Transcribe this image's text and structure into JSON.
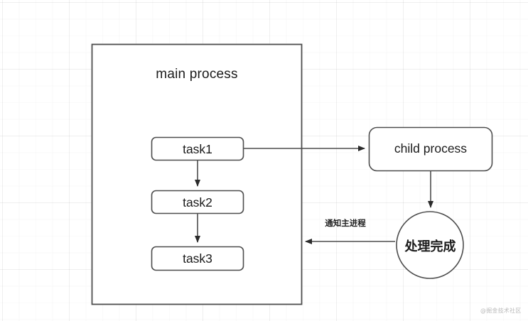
{
  "diagram": {
    "title": "main process",
    "background": {
      "color": "#ffffff",
      "grid_color": "#f2f2f2"
    },
    "stroke_color": "#4d4d4d",
    "text_color": "#1b1b1b",
    "nodes": [
      {
        "id": "main-process",
        "label": "main process",
        "shape": "rectangle"
      },
      {
        "id": "task1",
        "label": "task1",
        "shape": "rounded-rectangle"
      },
      {
        "id": "task2",
        "label": "task2",
        "shape": "rounded-rectangle"
      },
      {
        "id": "task3",
        "label": "task3",
        "shape": "rounded-rectangle"
      },
      {
        "id": "child-process",
        "label": "child process",
        "shape": "rounded-rectangle"
      },
      {
        "id": "done",
        "label": "处理完成",
        "shape": "circle"
      }
    ],
    "edges": [
      {
        "from": "task1",
        "to": "task2",
        "label": "",
        "direction": "down"
      },
      {
        "from": "task2",
        "to": "task3",
        "label": "",
        "direction": "down"
      },
      {
        "from": "task1",
        "to": "child-process",
        "label": "",
        "direction": "right"
      },
      {
        "from": "child-process",
        "to": "done",
        "label": "",
        "direction": "down"
      },
      {
        "from": "done",
        "to": "main-process",
        "label": "通知主进程",
        "direction": "left"
      }
    ],
    "edge_labels": {
      "notify": "通知主进程"
    },
    "watermark": "@掘金技术社区"
  }
}
